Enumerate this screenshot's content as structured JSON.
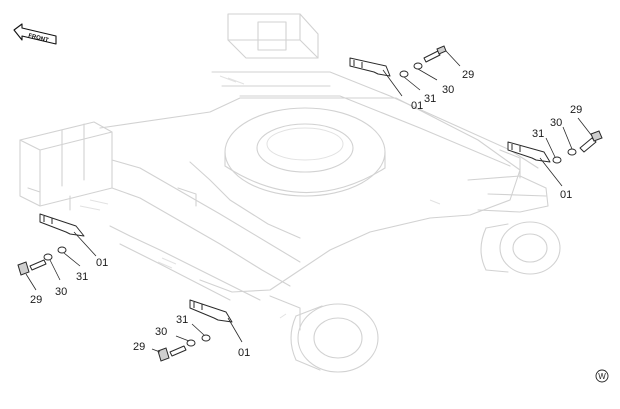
{
  "direction_label": "FRONT",
  "parts": {
    "guard": "01",
    "bolt": "29",
    "washer": "30",
    "spring_washer": "31"
  },
  "corner_mark": "W"
}
